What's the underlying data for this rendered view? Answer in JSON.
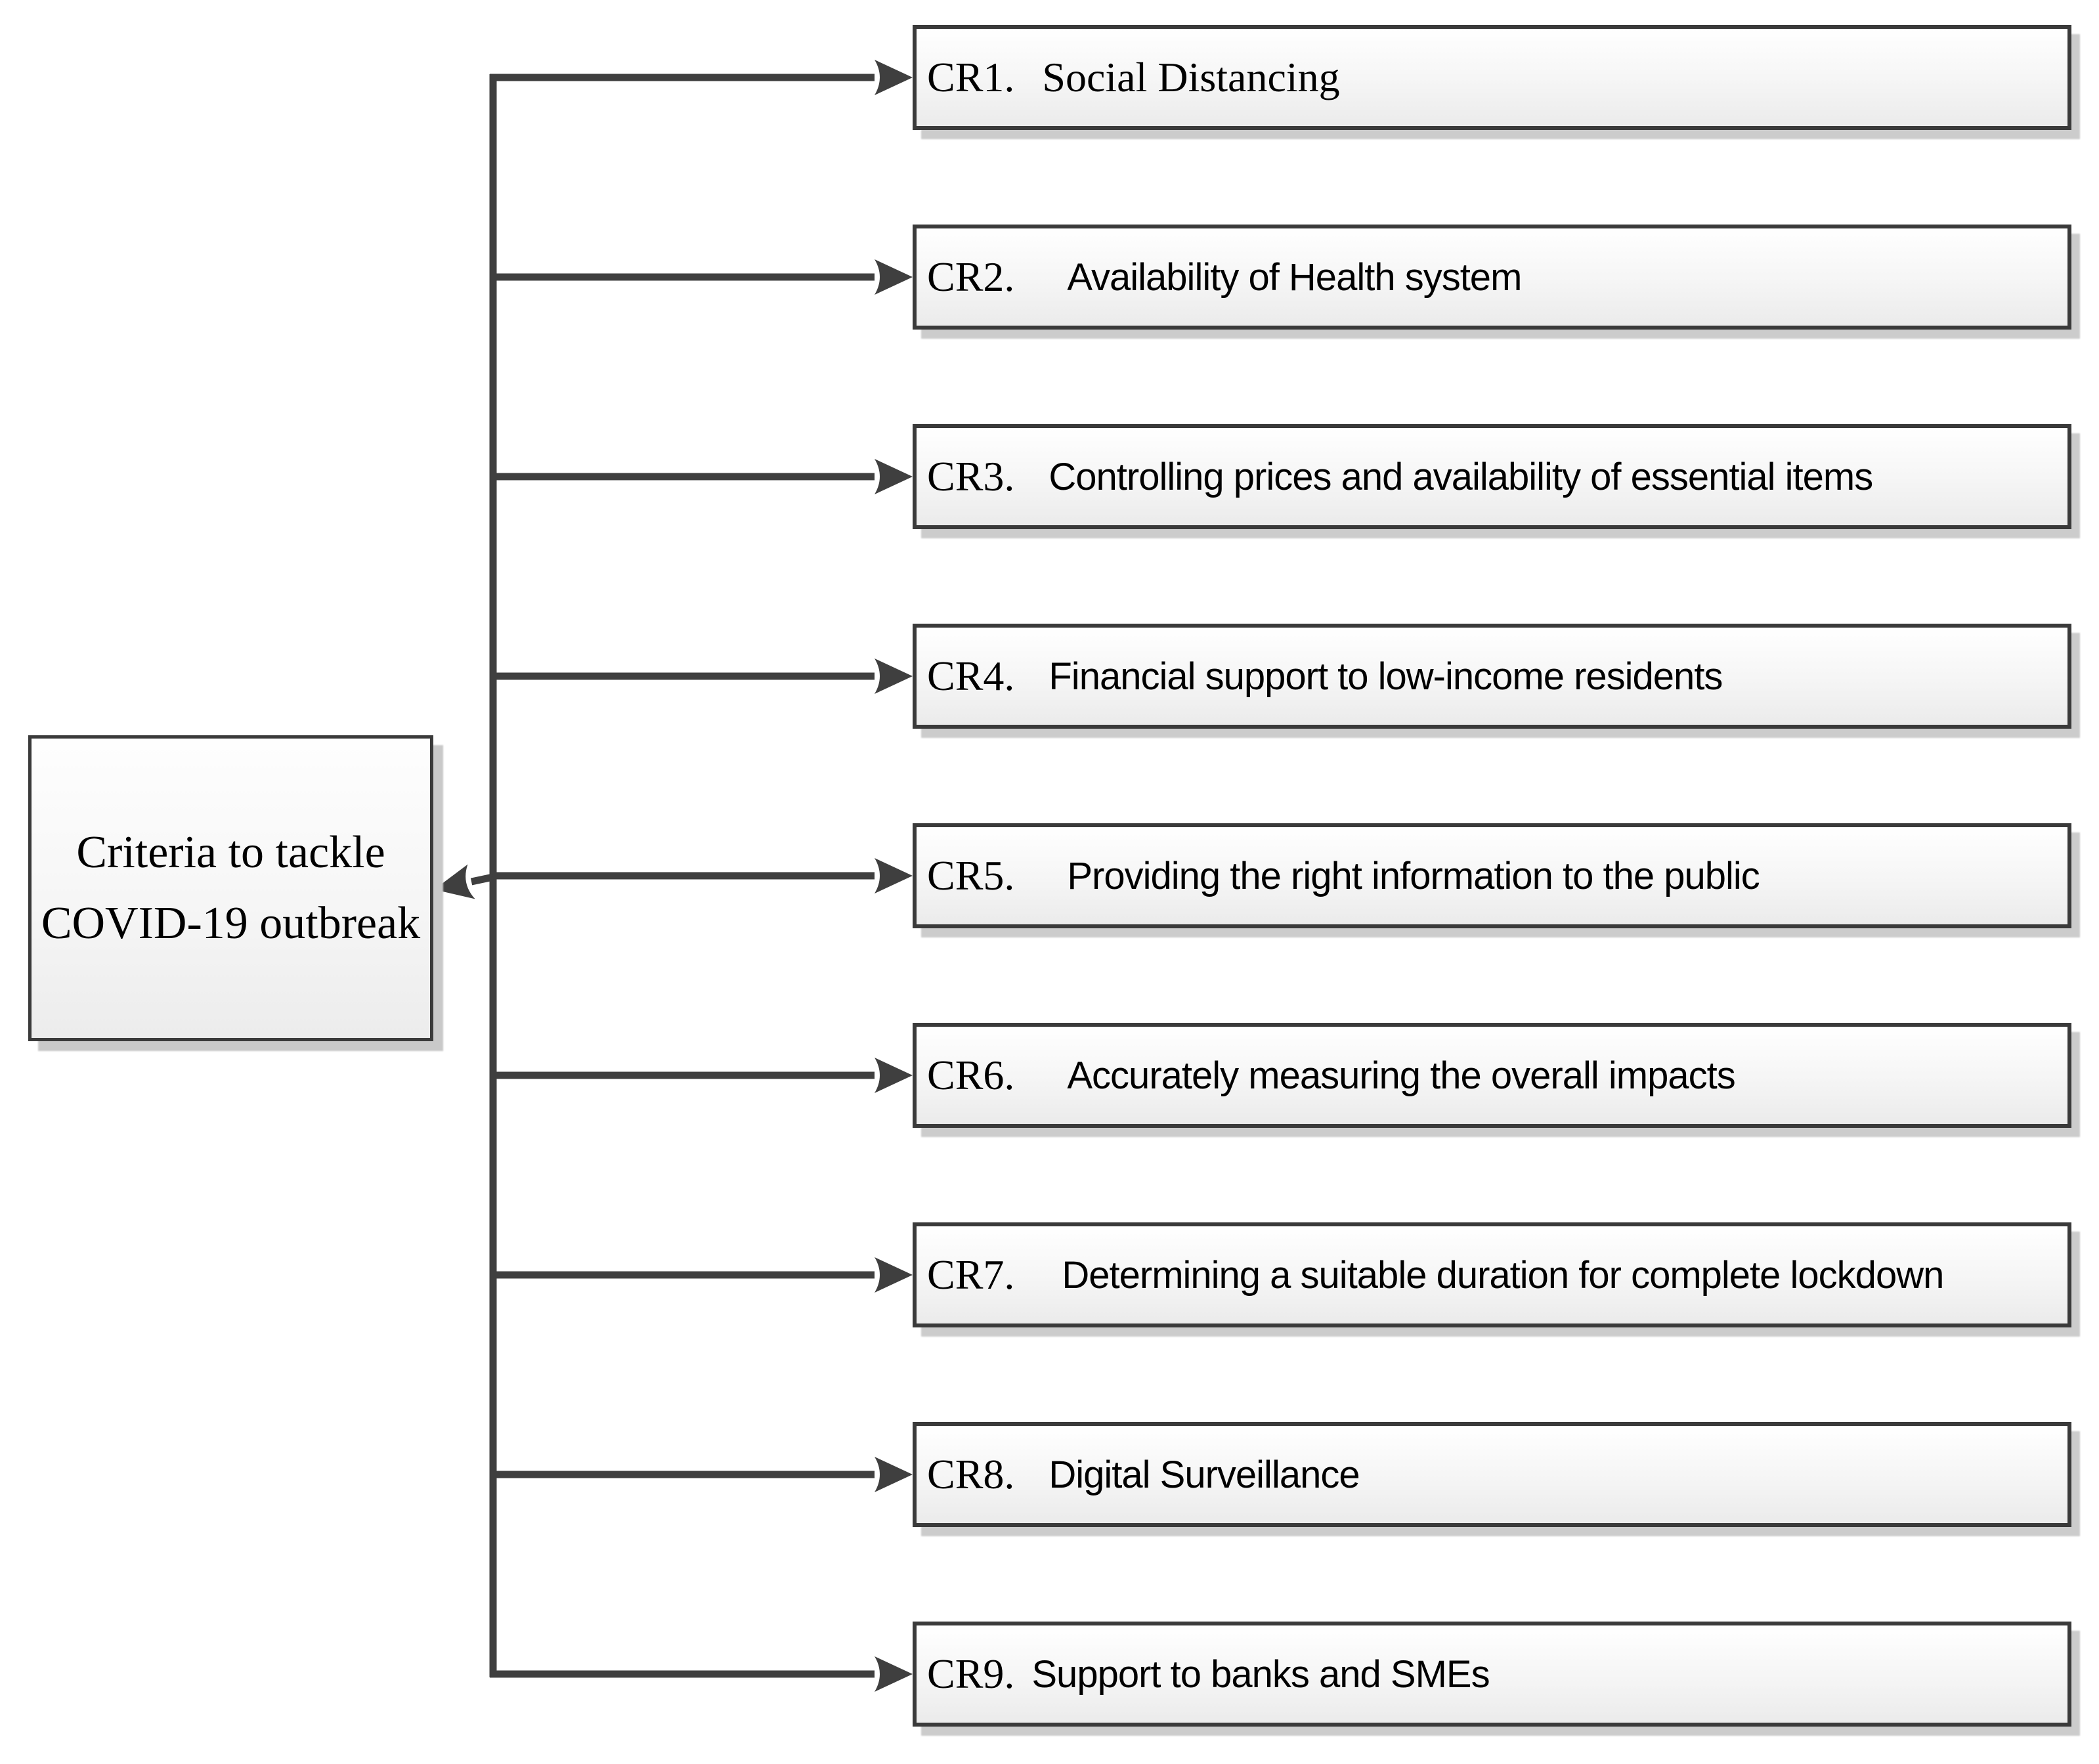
{
  "figure": {
    "root_box": {
      "lines": [
        "Criteria to tackle",
        "COVID-19 outbreak"
      ]
    },
    "criteria": [
      {
        "id": "CR1",
        "label": "CR1.",
        "text": "Social Distancing",
        "gap": 42,
        "body_serif": true
      },
      {
        "id": "CR2",
        "label": "CR2.",
        "text": "Availability of Health system",
        "gap": 80,
        "body_serif": false
      },
      {
        "id": "CR3",
        "label": "CR3.",
        "text": "Controlling prices and availability of essential items",
        "gap": 52,
        "body_serif": false
      },
      {
        "id": "CR4",
        "label": "CR4.",
        "text": "Financial support to low-income residents",
        "gap": 52,
        "body_serif": false
      },
      {
        "id": "CR5",
        "label": "CR5.",
        "text": "Providing the right information to the public",
        "gap": 80,
        "body_serif": false
      },
      {
        "id": "CR6",
        "label": "CR6.",
        "text": "Accurately measuring the overall impacts",
        "gap": 80,
        "body_serif": false
      },
      {
        "id": "CR7",
        "label": "CR7.",
        "text": "Determining a suitable duration for complete lockdown",
        "gap": 72,
        "body_serif": false
      },
      {
        "id": "CR8",
        "label": "CR8.",
        "text": "Digital Surveillance",
        "gap": 52,
        "body_serif": false
      },
      {
        "id": "CR9",
        "label": "CR9.",
        "text": "Support to banks and SMEs",
        "gap": 26,
        "body_serif": false
      }
    ],
    "colors": {
      "line": "#3f3f3f",
      "border": "#3a3a3a",
      "shadow": "#cccccc"
    }
  }
}
